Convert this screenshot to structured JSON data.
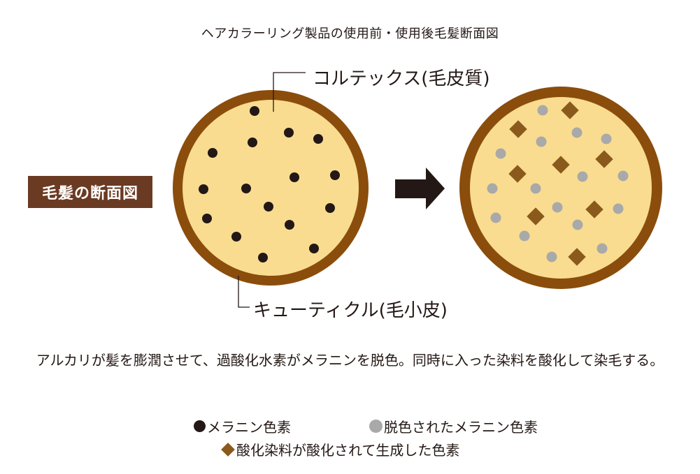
{
  "title": "ヘアカラーリング製品の使用前・使用後毛髪断面図",
  "badge": "毛髪の断面図",
  "labels": {
    "cortex": "コルテックス(毛皮質)",
    "cuticle": "キューティクル(毛小皮)"
  },
  "description": "アルカリが髪を膨潤させて、過酸化水素がメラニンを脱色。同時に入った染料を酸化して染毛する。",
  "legend": [
    {
      "marker": "black-dot",
      "text": "メラニン色素"
    },
    {
      "marker": "gray-dot",
      "text": "脱色されたメラニン色素"
    },
    {
      "marker": "brown-diamond",
      "text": "酸化染料が酸化されて生成した色素"
    }
  ],
  "colors": {
    "cuticle_ring": "#8b4d0c",
    "cortex_fill": "#f9dc90",
    "melanin": "#231815",
    "bleached_melanin": "#a9a9a9",
    "oxidized_dye": "#8a5a1c",
    "arrow": "#231815",
    "badge_bg": "#6b3a22"
  }
}
